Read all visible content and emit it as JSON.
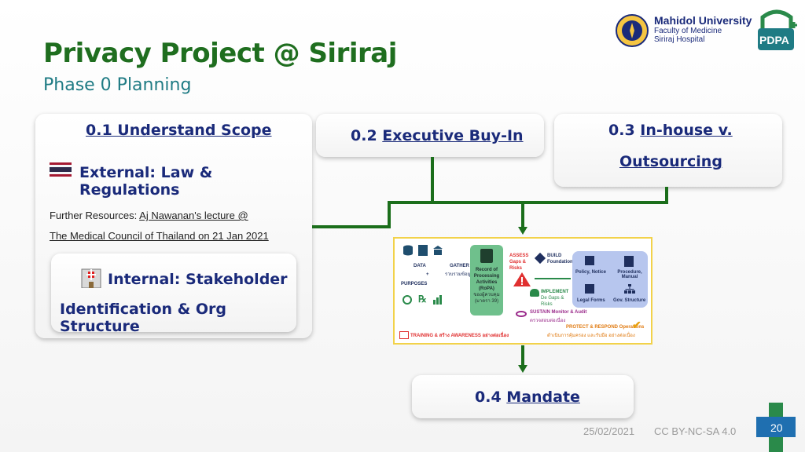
{
  "header": {
    "title": "Privacy Project @ Siriraj",
    "subtitle": "Phase 0 Planning"
  },
  "logo": {
    "university": "Mahidol University",
    "faculty": "Faculty of Medicine",
    "hospital": "Siriraj Hospital",
    "badge": "PDPA"
  },
  "cards": {
    "understand_scope": {
      "title": "0.1 Understand Scope",
      "external": "External: Law & Regulations",
      "resources_prefix": "Further Resources: ",
      "resources_link1": "Aj Nawanan's lecture @",
      "resources_link2": "The Medical Council of Thailand on 21 Jan 2021",
      "internal_line1": "Internal: Stakeholder",
      "internal_line2": "Identification & Org Structure"
    },
    "executive": {
      "num": "0.2 ",
      "link": "Executive Buy-In"
    },
    "inhouse": {
      "num": "0.3 ",
      "link1": "In-house v.",
      "link2": "Outsourcing"
    },
    "mandate": {
      "num": "0.4 ",
      "link": "Mandate"
    }
  },
  "diagram": {
    "data": "DATA",
    "plus": "+",
    "purposes": "PURPOSES",
    "gather": "GATHER",
    "gather_th": "รวบรวมข้อมูล",
    "ropa": [
      "Record of",
      "Processing",
      "Activities",
      "(RoPA)",
      "ของผู้ควบคุม",
      "(มาตรา 39)"
    ],
    "assess": [
      "ASSESS",
      "Gaps &",
      "Risks"
    ],
    "build": [
      "BUILD",
      "Foundations"
    ],
    "implement": [
      "IMPLEMENT",
      "De Gaps &",
      "Risks"
    ],
    "sustain": "SUSTAIN Monitor & Audit",
    "sustain_th": "ตรวจสอบต่อเนื่อง",
    "policy": "Policy, Notice",
    "procedure": "Procedure, Manual",
    "legal": "Legal Forms",
    "gov": "Gov. Structure",
    "protect": "PROTECT & RESPOND Operations",
    "protect_th": "ดำเนินการคุ้มครอง และรับมือ อย่างต่อเนื่อง",
    "training": "TRAINING & สร้าง AWARENESS อย่างต่อเนื่อง"
  },
  "footer": {
    "date": "25/02/2021",
    "license": "CC BY-NC-SA 4.0",
    "page": "20"
  },
  "colors": {
    "title_green": "#1f6e1f",
    "subtitle_teal": "#1f7b84",
    "connector_green": "#1b6e1b",
    "link_navy": "#1a2a7a"
  }
}
